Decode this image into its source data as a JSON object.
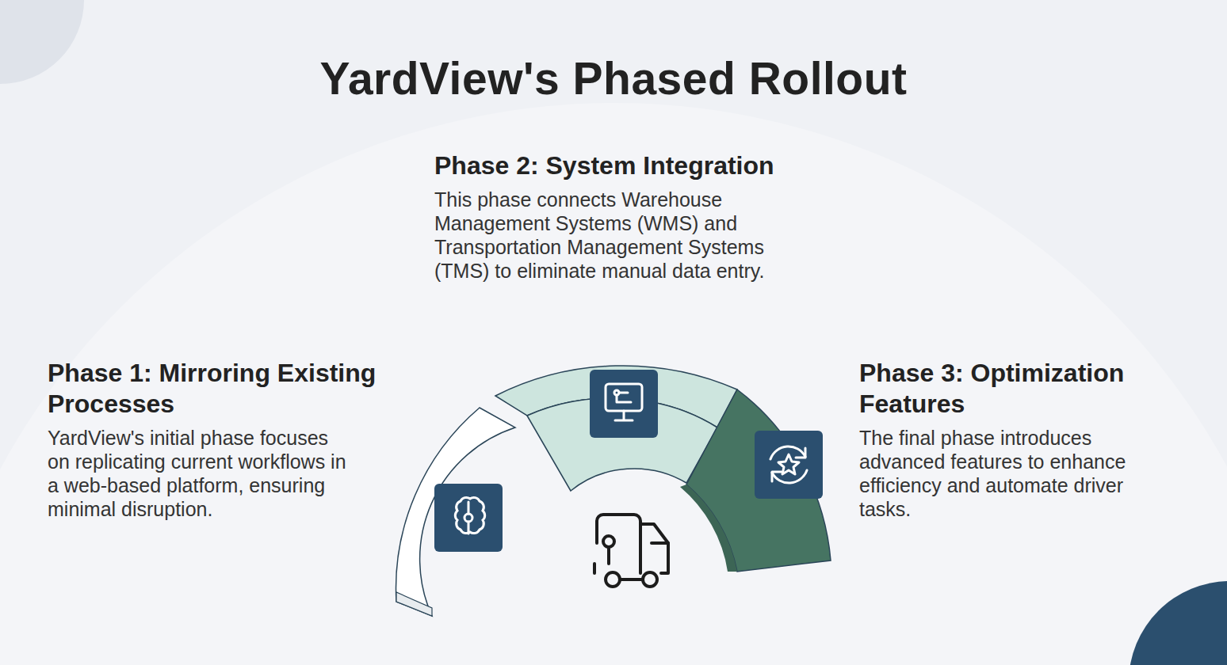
{
  "diagram": {
    "title": "YardView's Phased Rollout",
    "nodes": [
      {
        "text": [
          "Phase 1: Mirroring Existing Processes",
          "YardView's initial phase focuses on replicating current workflows in a web-based platform, ensuring minimal disruption."
        ]
      },
      {
        "text": [
          "Phase 2: System Integration",
          "This phase connects Warehouse Management Systems (WMS) and Transportation Management Systems (TMS) to eliminate manual data entry."
        ]
      },
      {
        "text": [
          "Phase 3: Optimization Features",
          "The final phase introduces advanced features to enhance efficiency and automate driver tasks."
        ]
      }
    ]
  }
}
